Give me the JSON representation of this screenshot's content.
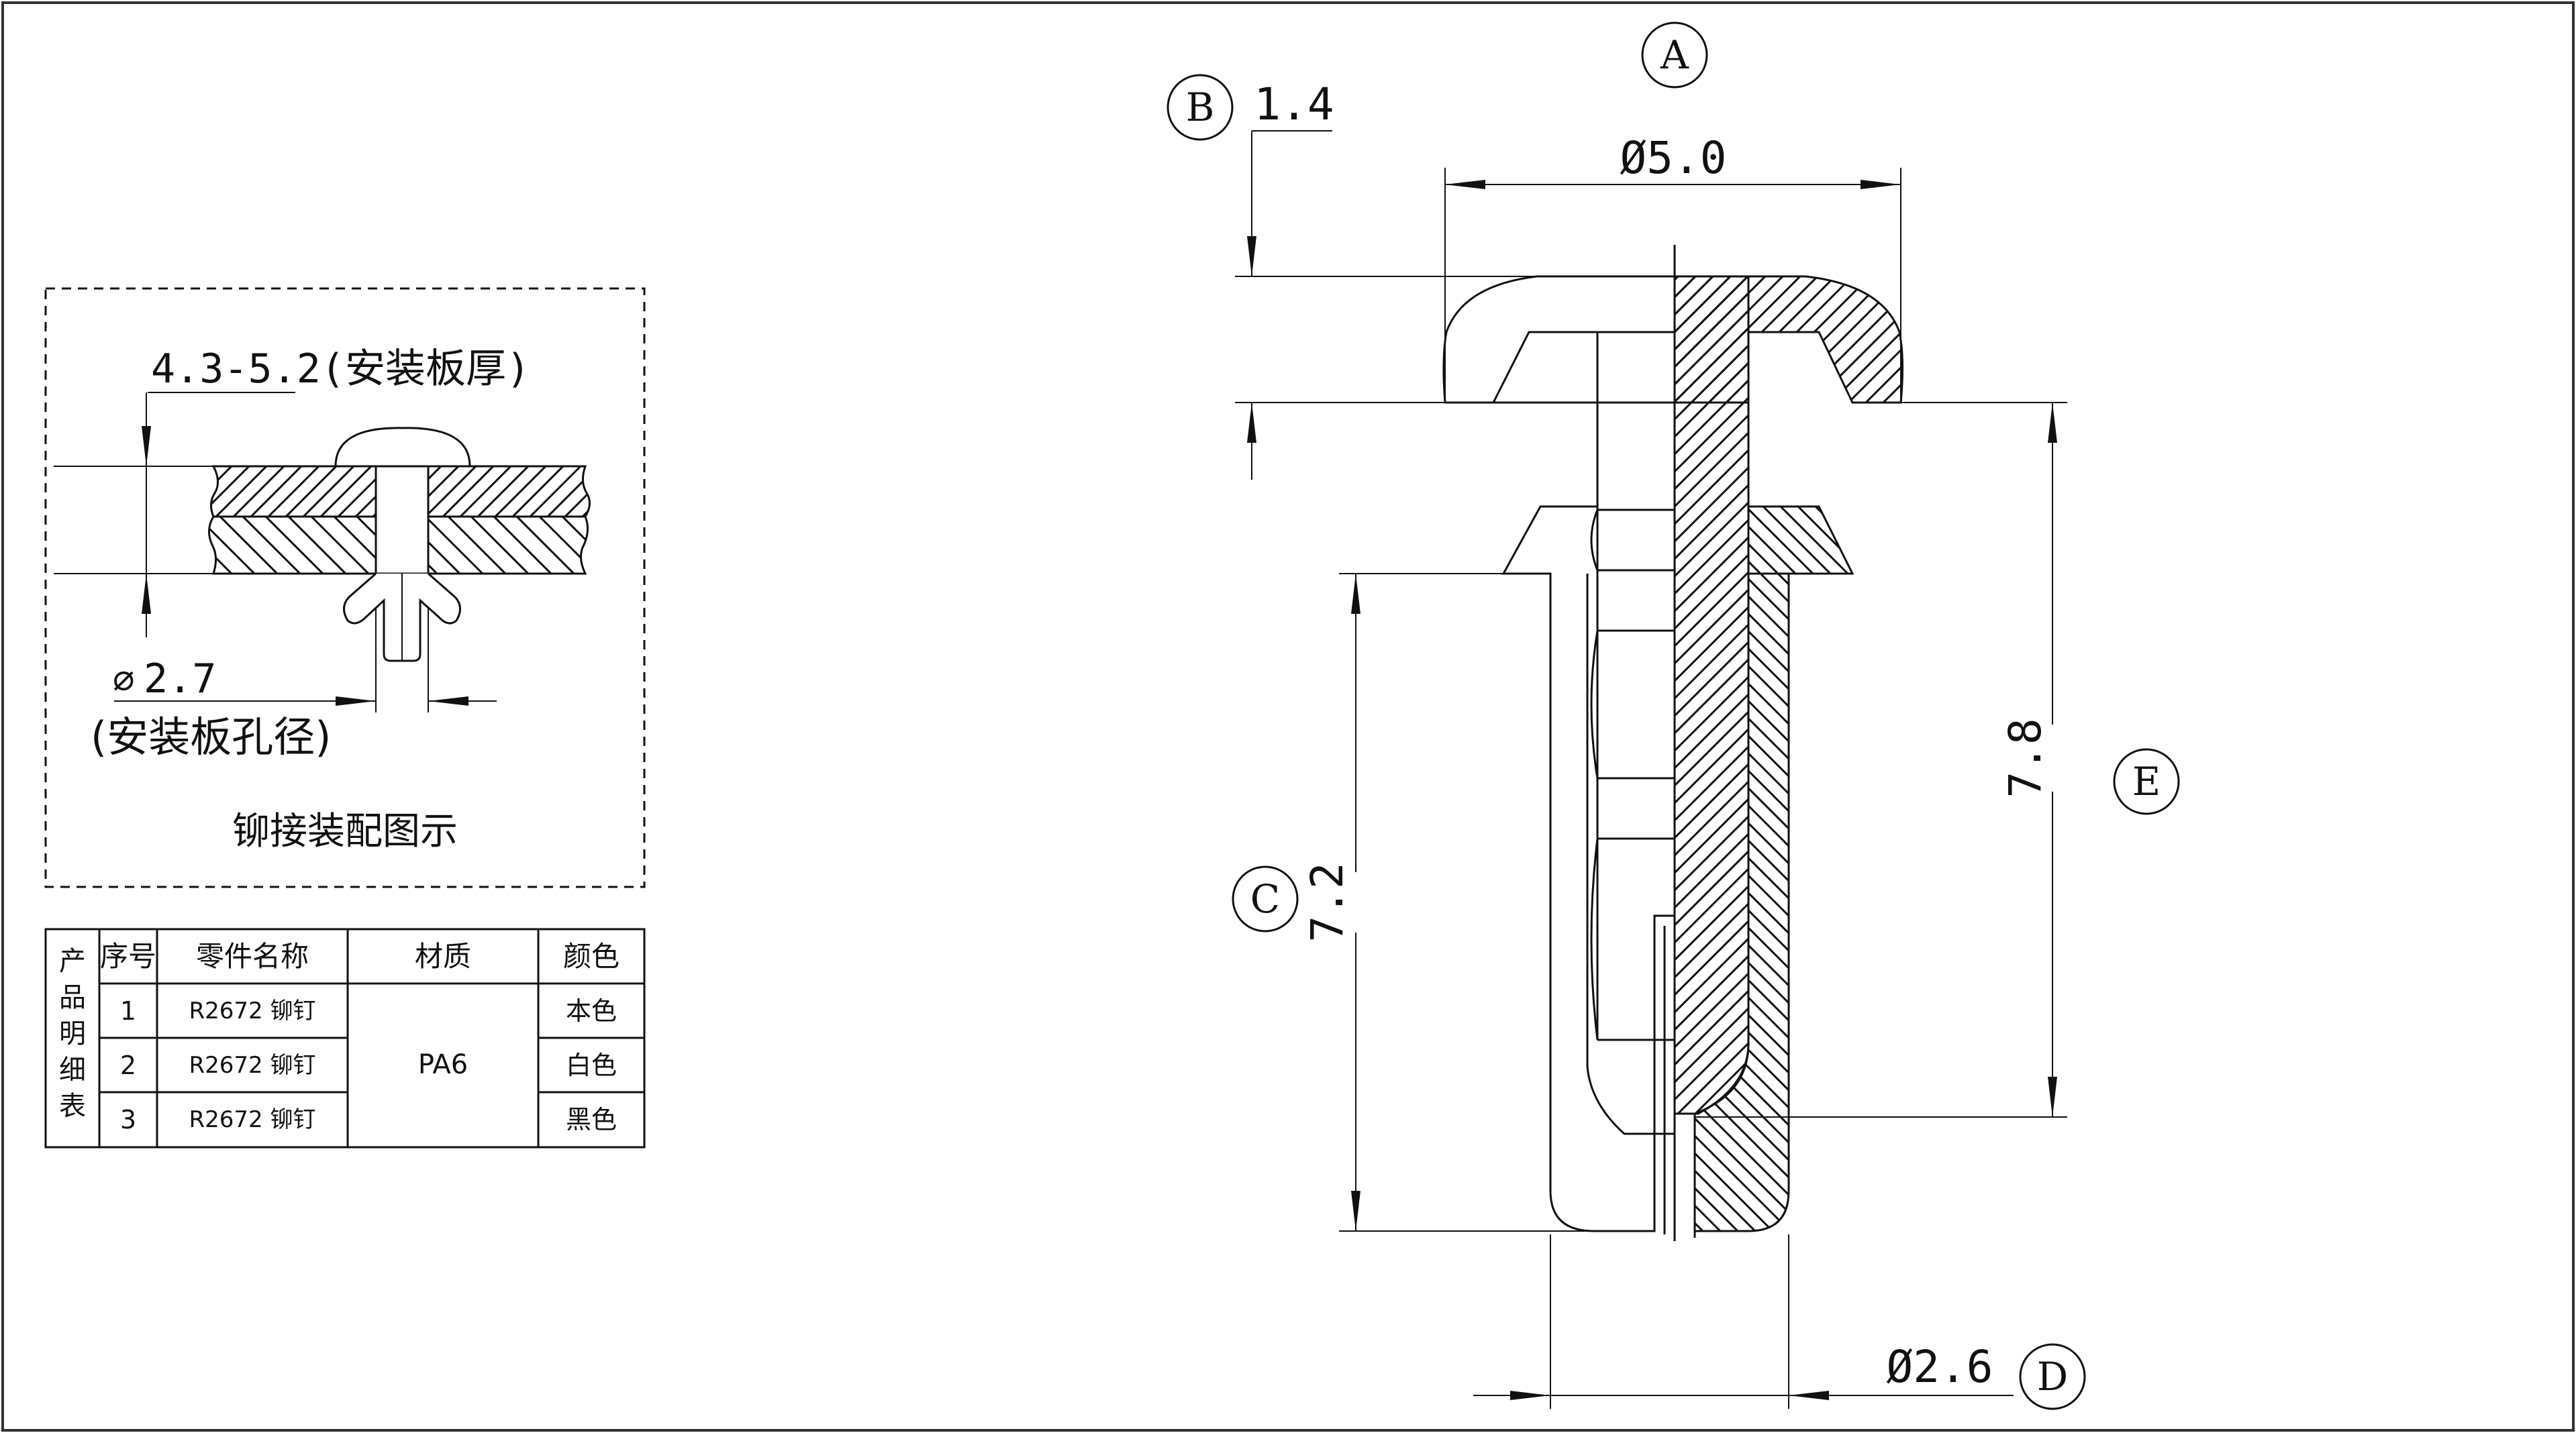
{
  "assembly": {
    "panel_thickness": "4.3-5.2(安装板厚)",
    "hole_diameter": "2.7",
    "hole_diameter_prefix": "⌀",
    "hole_caption": "(安装板孔径)",
    "caption": "铆接装配图示"
  },
  "bom": {
    "side_title": [
      "产",
      "品",
      "明",
      "细",
      "表"
    ],
    "headers": [
      "序号",
      "零件名称",
      "材质",
      "颜色"
    ],
    "rows": [
      {
        "no": "1",
        "name": "R2672 铆钉",
        "color": "本色"
      },
      {
        "no": "2",
        "name": "R2672 铆钉",
        "color": "白色"
      },
      {
        "no": "3",
        "name": "R2672 铆钉",
        "color": "黑色"
      }
    ],
    "material": "PA6"
  },
  "dimensions": {
    "head_diameter": "Ø5.0",
    "head_thickness": "1.4",
    "grip_length": "7.2",
    "overall_length": "7.8",
    "shank_diameter": "Ø2.6"
  },
  "callouts": {
    "A": "A",
    "B": "B",
    "C": "C",
    "D": "D",
    "E": "E"
  }
}
